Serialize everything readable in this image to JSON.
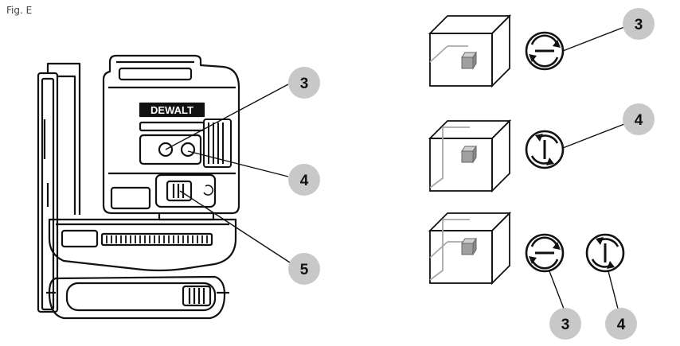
{
  "figure_label": "Fig. E",
  "brand_text": "DEWALT",
  "callouts": {
    "device_3": "3",
    "device_4": "4",
    "device_5": "5",
    "row1": "3",
    "row2": "4",
    "row3_left": "3",
    "row3_right": "4"
  },
  "colors": {
    "callout_fill": "#c8c8c8",
    "laser_line": "#a8a8a8",
    "cube_stroke": "#111111"
  },
  "icons": {
    "horizontal_mode": "horizontal-line-mode-icon",
    "vertical_mode": "vertical-line-mode-icon"
  }
}
